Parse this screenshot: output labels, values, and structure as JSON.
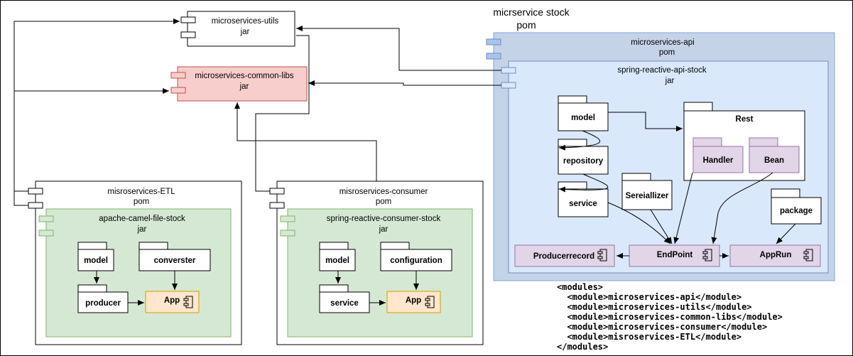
{
  "colors": {
    "stroke": "#000000",
    "common_libs_fill": "#f8cecc",
    "common_libs_stroke": "#b85450",
    "api_outer_fill": "#c5d3e8",
    "api_outer_stroke": "#7ea6e0",
    "api_inner_fill": "#dae8fc",
    "api_inner_stroke": "#6c8ebf",
    "green_fill": "#d5e8d4",
    "green_stroke": "#82b366",
    "purple_fill": "#e1d5e7",
    "purple_stroke": "#9673a6",
    "app_fill": "#ffe6cc",
    "app_stroke": "#d79b00",
    "white": "#ffffff"
  },
  "stock_label": {
    "line1": "micrservice stock",
    "line2": "pom"
  },
  "utils": {
    "line1": "microservices-utils",
    "line2": "jar"
  },
  "common_libs": {
    "line1": "microservices-common-libs",
    "line2": "jar"
  },
  "api": {
    "outer": {
      "line1": "microservices-api",
      "line2": "pom"
    },
    "inner": {
      "line1": "spring-reactive-api-stock",
      "line2": "jar"
    },
    "model": "model",
    "repository": "repository",
    "service": "service",
    "serializer": "Sereiallizer",
    "rest": "Rest",
    "handler": "Handler",
    "bean": "Bean",
    "package": "package",
    "producerrecord": "Producerrecord",
    "endpoint": "EndPoint",
    "apprun": "AppRun"
  },
  "etl": {
    "outer": {
      "line1": "misroservices-ETL",
      "line2": "pom"
    },
    "inner": {
      "line1": "apache-camel-file-stock",
      "line2": "jar"
    },
    "model": "model",
    "converter": "converster",
    "producer": "producer",
    "app": "App"
  },
  "consumer": {
    "outer": {
      "line1": "misroservices-consumer",
      "line2": "pom"
    },
    "inner": {
      "line1": "spring-reactive-consumer-stock",
      "line2": "jar"
    },
    "model": "model",
    "configuration": "configuration",
    "service": "service",
    "app": "App"
  },
  "modules_xml": [
    "<modules>",
    "  <module>microservices-api</module>",
    "  <module>microservices-utils</module>",
    "  <module>microservices-common-libs</module>",
    "  <module>microservices-consumer</module>",
    "  <module>misroservices-ETL</module>",
    "</modules>"
  ]
}
